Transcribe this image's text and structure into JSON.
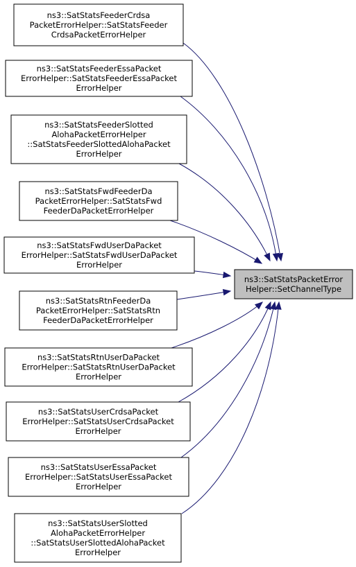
{
  "target": {
    "name": "SetChannelType",
    "lines": [
      "ns3::SatStatsPacketError",
      "Helper::SetChannelType"
    ]
  },
  "callers": [
    {
      "name": "SatStatsFeederCrdsaPacketErrorHelper",
      "lines": [
        "ns3::SatStatsFeederCrdsa",
        "PacketErrorHelper::SatStatsFeeder",
        "CrdsaPacketErrorHelper"
      ]
    },
    {
      "name": "SatStatsFeederEssaPacketErrorHelper",
      "lines": [
        "ns3::SatStatsFeederEssaPacket",
        "ErrorHelper::SatStatsFeederEssaPacket",
        "ErrorHelper"
      ]
    },
    {
      "name": "SatStatsFeederSlottedAlohaPacketErrorHelper",
      "lines": [
        "ns3::SatStatsFeederSlotted",
        "AlohaPacketErrorHelper",
        "::SatStatsFeederSlottedAlohaPacket",
        "ErrorHelper"
      ]
    },
    {
      "name": "SatStatsFwdFeederDaPacketErrorHelper",
      "lines": [
        "ns3::SatStatsFwdFeederDa",
        "PacketErrorHelper::SatStatsFwd",
        "FeederDaPacketErrorHelper"
      ]
    },
    {
      "name": "SatStatsFwdUserDaPacketErrorHelper",
      "lines": [
        "ns3::SatStatsFwdUserDaPacket",
        "ErrorHelper::SatStatsFwdUserDaPacket",
        "ErrorHelper"
      ]
    },
    {
      "name": "SatStatsRtnFeederDaPacketErrorHelper",
      "lines": [
        "ns3::SatStatsRtnFeederDa",
        "PacketErrorHelper::SatStatsRtn",
        "FeederDaPacketErrorHelper"
      ]
    },
    {
      "name": "SatStatsRtnUserDaPacketErrorHelper",
      "lines": [
        "ns3::SatStatsRtnUserDaPacket",
        "ErrorHelper::SatStatsRtnUserDaPacket",
        "ErrorHelper"
      ]
    },
    {
      "name": "SatStatsUserCrdsaPacketErrorHelper",
      "lines": [
        "ns3::SatStatsUserCrdsaPacket",
        "ErrorHelper::SatStatsUserCrdsaPacket",
        "ErrorHelper"
      ]
    },
    {
      "name": "SatStatsUserEssaPacketErrorHelper",
      "lines": [
        "ns3::SatStatsUserEssaPacket",
        "ErrorHelper::SatStatsUserEssaPacket",
        "ErrorHelper"
      ]
    },
    {
      "name": "SatStatsUserSlottedAlohaPacketErrorHelper",
      "lines": [
        "ns3::SatStatsUserSlotted",
        "AlohaPacketErrorHelper",
        "::SatStatsUserSlottedAlohaPacket",
        "ErrorHelper"
      ]
    }
  ],
  "colors": {
    "edge": "#191970",
    "target_fill": "#bfbfbf",
    "node_fill": "#ffffff",
    "border": "#000000"
  }
}
